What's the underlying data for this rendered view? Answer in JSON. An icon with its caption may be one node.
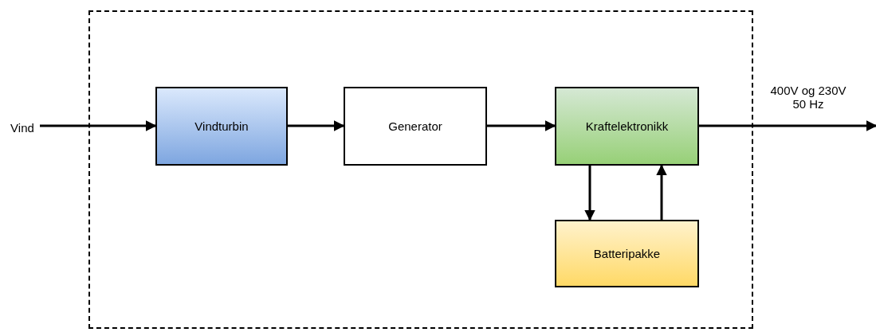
{
  "diagram": {
    "nodes": [
      {
        "text": [
          "Vind"
        ]
      },
      {
        "text": [],
        "shape": "box"
      },
      {
        "text": [
          "Vindturbin"
        ],
        "in": 1
      },
      {
        "text": [
          "Generator"
        ],
        "in": 1
      },
      {
        "text": [
          "Kraftelektronikk"
        ],
        "in": 1
      },
      {
        "text": [
          "Batteripakke"
        ],
        "in": 1
      }
    ],
    "edges": [
      {
        "from": 0,
        "to": 2,
        "arrow": "to"
      },
      {
        "from": 2,
        "to": 3,
        "arrow": "to"
      },
      {
        "from": 3,
        "to": 4,
        "arrow": "to"
      },
      {
        "from": 4,
        "to": 5,
        "arrow": "to"
      },
      {
        "from": 5,
        "to": 4,
        "arrow": "to"
      },
      {
        "from": 4,
        "to": null,
        "arrow": "to",
        "label": "400V og 230V 50 Hz"
      }
    ]
  }
}
